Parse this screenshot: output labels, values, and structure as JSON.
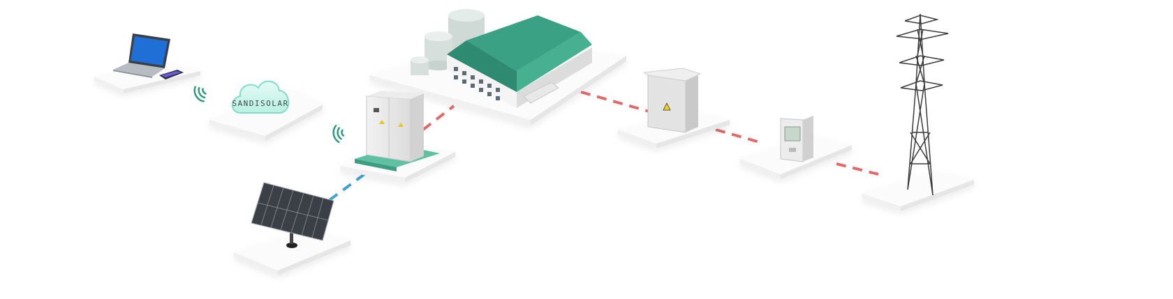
{
  "diagram": {
    "cloud": {
      "label": "SANDISOLAR"
    },
    "nodes": [
      "laptop-and-phone",
      "cloud-platform",
      "energy-storage-cabinet",
      "factory",
      "distribution-box",
      "electricity-meter",
      "transmission-tower",
      "solar-panel"
    ],
    "colors": {
      "accent_green": "#3a9e82",
      "ac_link": "#e06a68",
      "dc_link": "#3fa3cf",
      "platform": "#fbfbfb"
    }
  }
}
